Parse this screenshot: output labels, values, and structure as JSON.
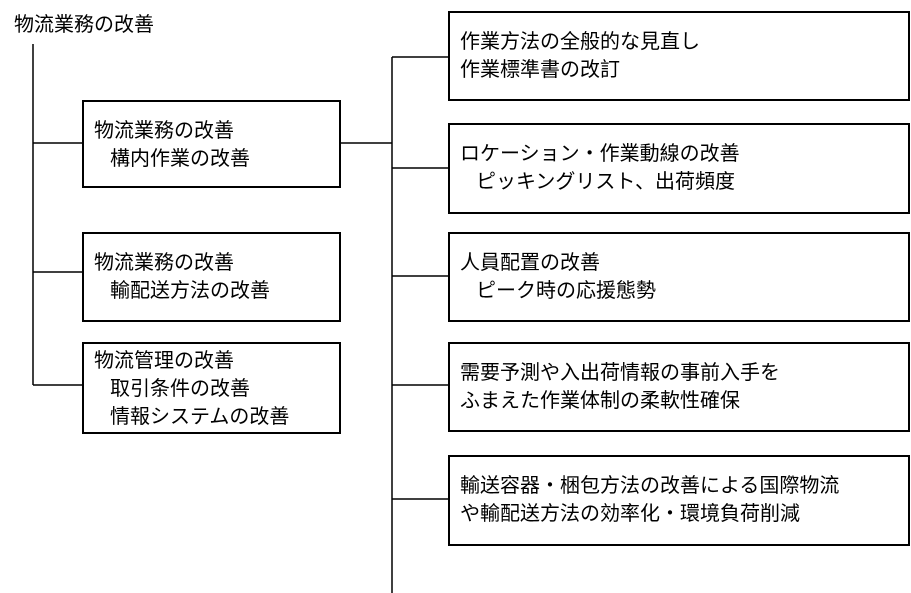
{
  "root": {
    "title": "物流業務の改善"
  },
  "left_boxes": [
    {
      "lines": [
        "物流業務の改善",
        "構内作業の改善"
      ]
    },
    {
      "lines": [
        "物流業務の改善",
        "輸配送方法の改善"
      ]
    },
    {
      "lines": [
        "物流管理の改善",
        "取引条件の改善",
        "情報システムの改善"
      ]
    }
  ],
  "right_boxes": [
    {
      "lines": [
        "作業方法の全般的な見直し",
        "作業標準書の改訂"
      ]
    },
    {
      "lines": [
        "ロケーション・作業動線の改善",
        "ピッキングリスト、出荷頻度"
      ]
    },
    {
      "lines": [
        "人員配置の改善",
        "ピーク時の応援態勢"
      ]
    },
    {
      "lines": [
        "需要予測や入出荷情報の事前入手を",
        "ふまえた作業体制の柔軟性確保"
      ]
    },
    {
      "lines": [
        "輸送容器・梱包方法の改善による国際物流",
        "や輸配送方法の効率化・環境負荷削減"
      ]
    }
  ]
}
